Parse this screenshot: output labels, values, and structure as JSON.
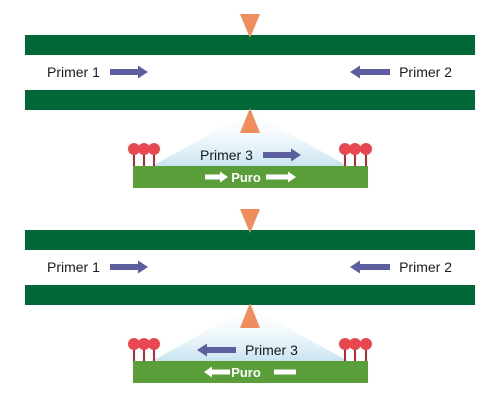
{
  "colors": {
    "genomic_bar": "#006837",
    "cassette": "#5a9e3a",
    "primer_arrow": "#5b5fa0",
    "cut_marker": "#f08d5c",
    "loxp_site": "#e8474f",
    "loxp_stem": "#c1272d",
    "cone_fill": "#c8e4f1",
    "text": "#1a1a1a",
    "puro_text": "#ffffff"
  },
  "panels": [
    {
      "primer_1": {
        "label": "Primer 1",
        "icon": "arrow-right-icon"
      },
      "primer_2": {
        "label": "Primer 2",
        "icon": "arrow-left-icon"
      },
      "primer_3": {
        "label": "Primer 3",
        "direction": "right",
        "icon": "arrow-right-icon"
      },
      "cassette": {
        "label": "Puro",
        "direction": "right"
      },
      "lox_sites": {
        "icon": "lollipop-site-icon",
        "count_per_side": 3
      }
    },
    {
      "primer_1": {
        "label": "Primer 1",
        "icon": "arrow-right-icon"
      },
      "primer_2": {
        "label": "Primer 2",
        "icon": "arrow-left-icon"
      },
      "primer_3": {
        "label": "Primer 3",
        "direction": "left",
        "icon": "arrow-left-icon"
      },
      "cassette": {
        "label": "Puro",
        "direction": "left"
      },
      "lox_sites": {
        "icon": "lollipop-site-icon",
        "count_per_side": 3
      }
    }
  ]
}
